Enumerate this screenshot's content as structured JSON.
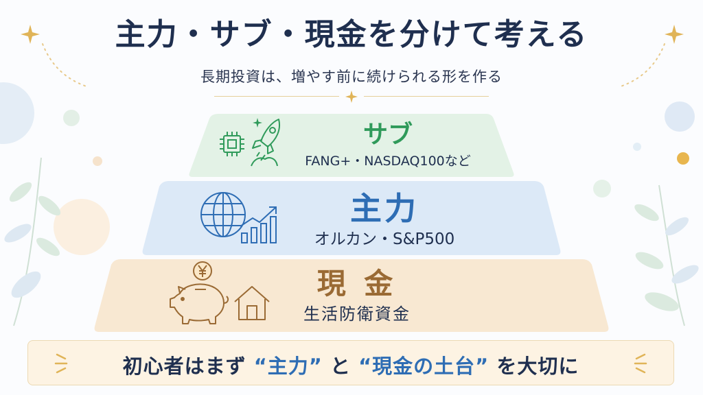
{
  "header": {
    "title": "主力・サブ・現金を分けて考える",
    "subtitle": "長期投資は、増やす前に続けられる形を作る"
  },
  "pyramid": {
    "sub": {
      "title": "サブ",
      "desc": "FANG+・NASDAQ100など",
      "color": "#2f9a5a",
      "bg": "#e3f2e6"
    },
    "main": {
      "title": "主力",
      "desc": "オルカン・S&P500",
      "color": "#2e6db4",
      "bg": "#dce9f7"
    },
    "cash": {
      "title": "現 金",
      "desc": "生活防衛資金",
      "color": "#9a6a34",
      "bg": "#f8e8d2"
    }
  },
  "banner": {
    "prefix": "初心者はまず",
    "highlight1": "“主力”",
    "middle": "と",
    "highlight2": "“現金の土台”",
    "suffix": "を大切に"
  },
  "icons": {
    "sub": [
      "chip-icon",
      "rocket-icon",
      "sparkle-icon"
    ],
    "main": [
      "globe-icon",
      "growth-chart-icon"
    ],
    "cash": [
      "piggy-bank-icon",
      "yen-coin-icon",
      "house-icon"
    ]
  },
  "colors": {
    "navy": "#1f2f4f",
    "gold": "#e0b458",
    "accent_blue": "#2e6db4"
  }
}
